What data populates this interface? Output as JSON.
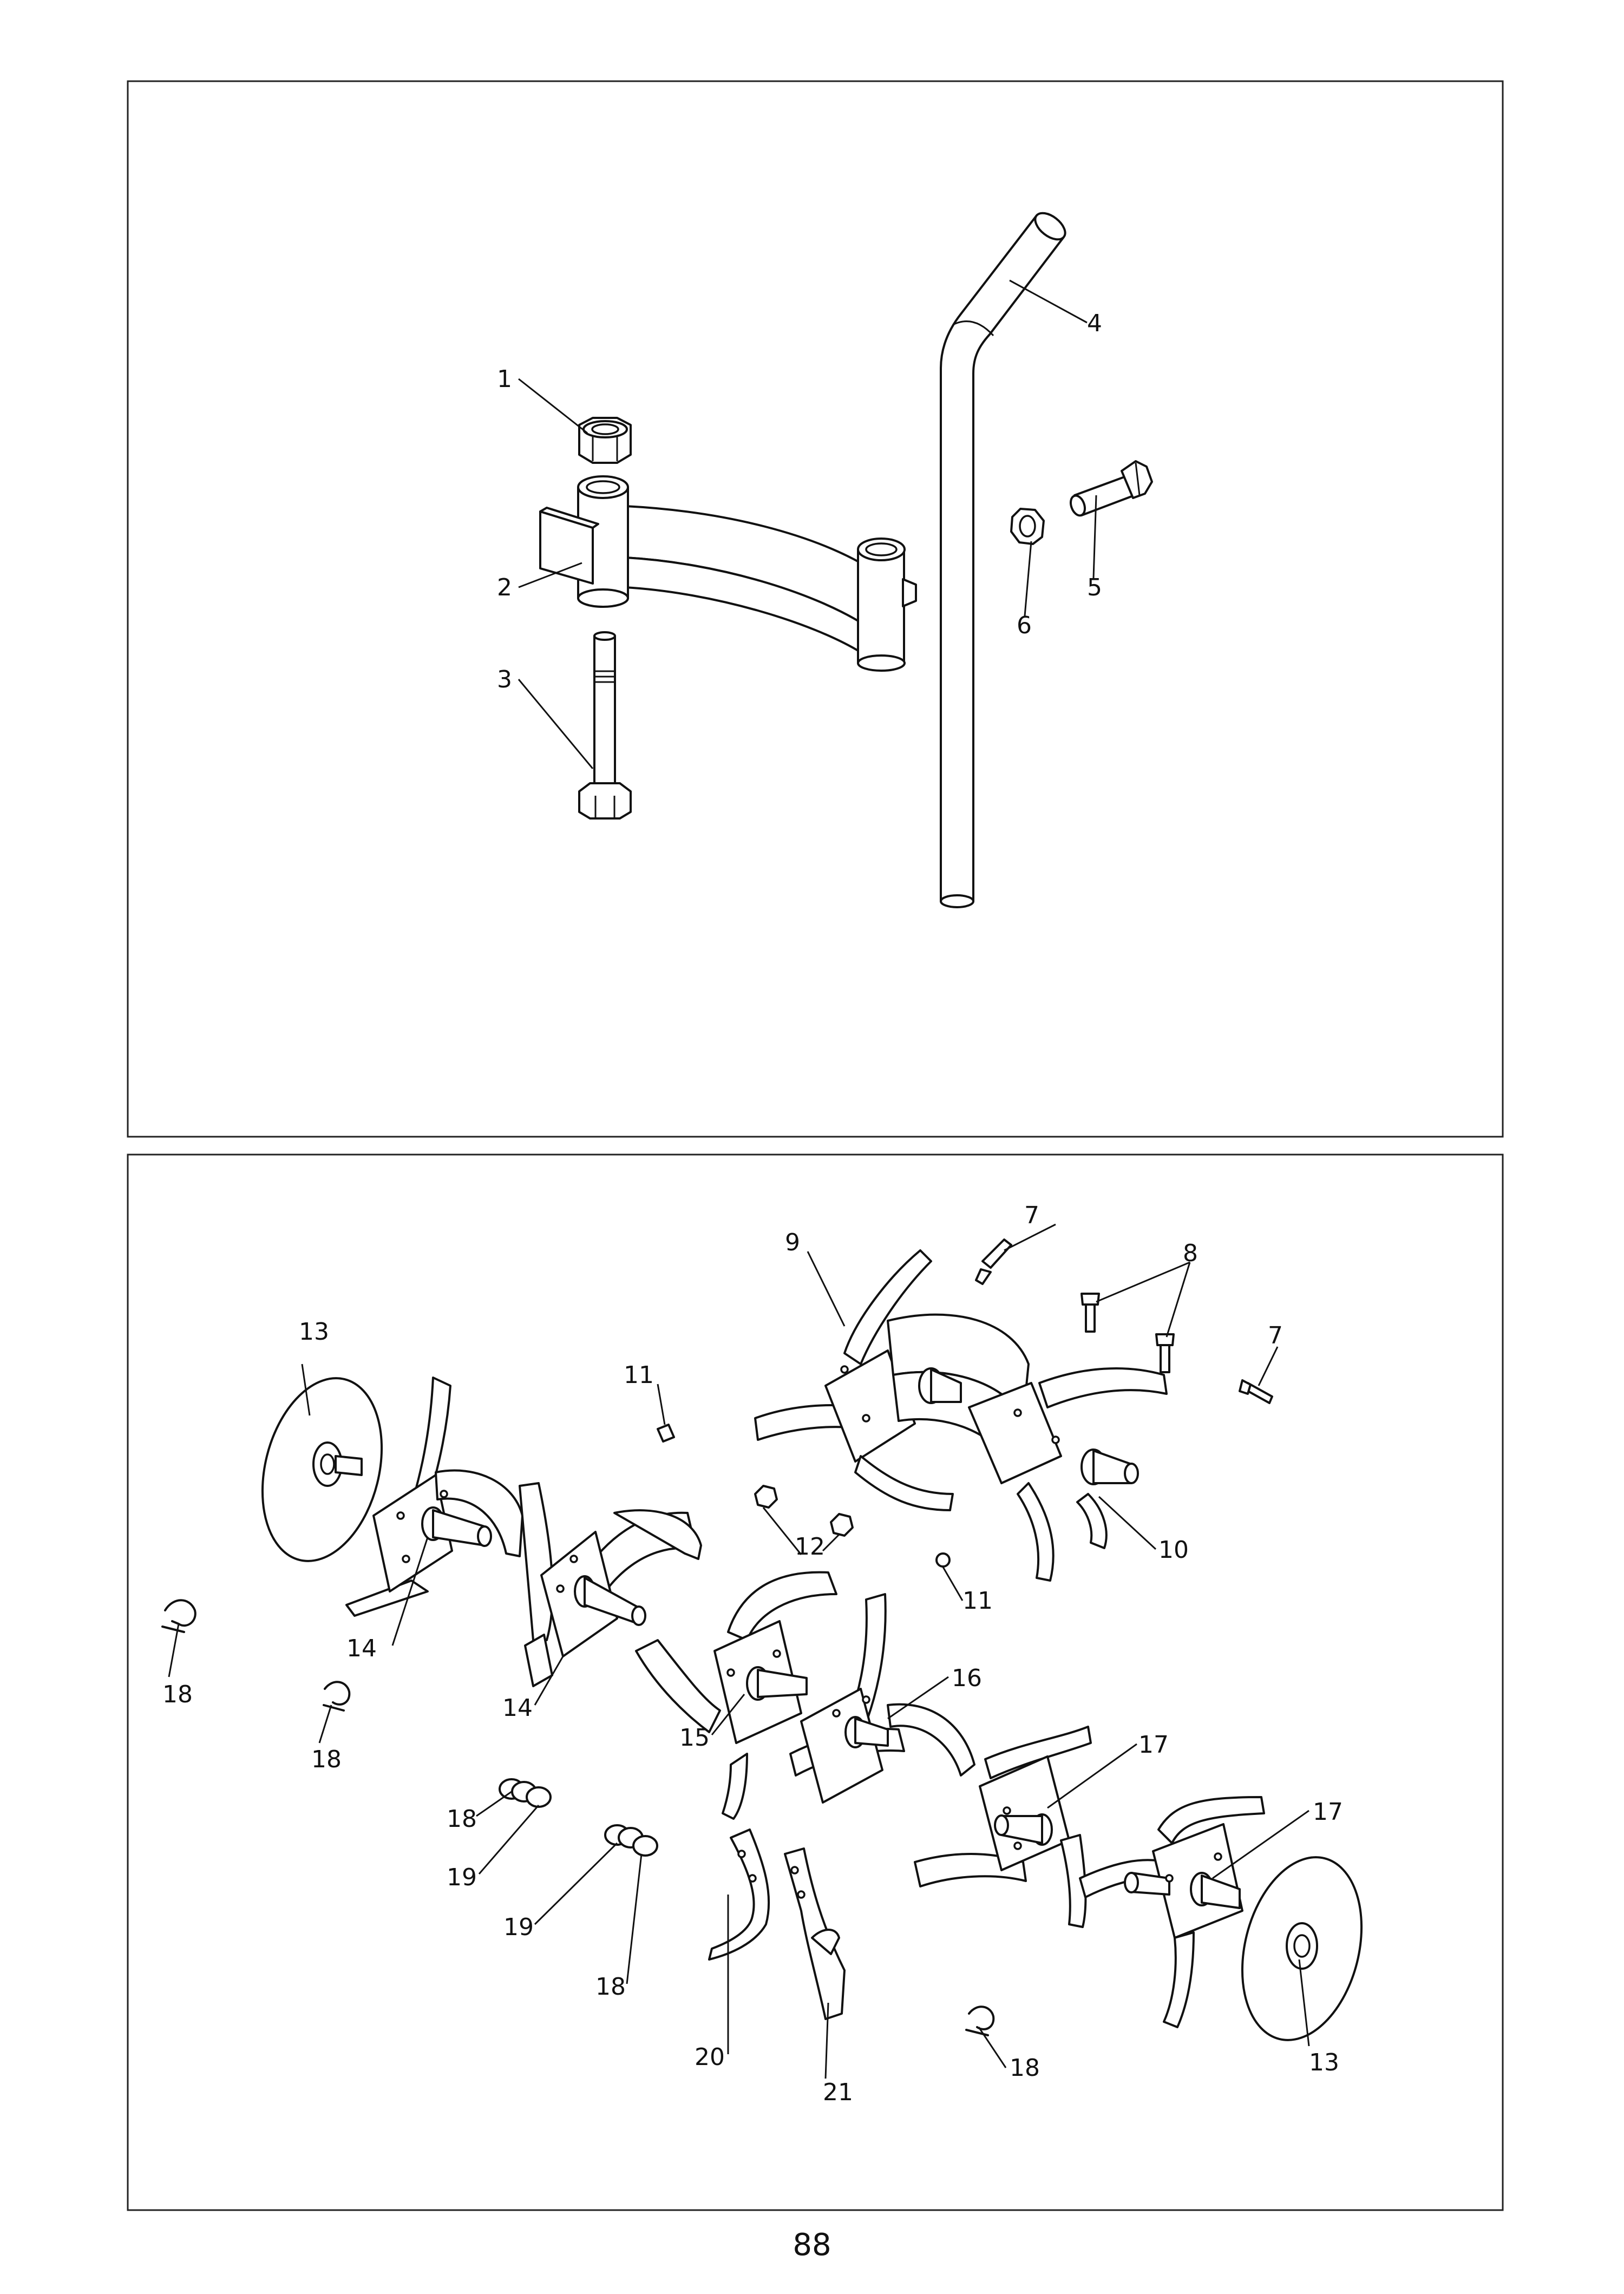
{
  "page_number": "88",
  "panels": [
    {
      "name": "handle-and-wheel-bracket-panel",
      "callouts": [
        {
          "id": "c1",
          "label": "1"
        },
        {
          "id": "c2",
          "label": "2"
        },
        {
          "id": "c3",
          "label": "3"
        },
        {
          "id": "c4",
          "label": "4"
        },
        {
          "id": "c5",
          "label": "5"
        },
        {
          "id": "c6",
          "label": "6"
        }
      ]
    },
    {
      "name": "tiller-tines-panel",
      "callouts": [
        {
          "id": "c7a",
          "label": "7"
        },
        {
          "id": "c7b",
          "label": "7"
        },
        {
          "id": "c8",
          "label": "8"
        },
        {
          "id": "c9",
          "label": "9"
        },
        {
          "id": "c10",
          "label": "10"
        },
        {
          "id": "c11a",
          "label": "11"
        },
        {
          "id": "c11b",
          "label": "11"
        },
        {
          "id": "c12",
          "label": "12"
        },
        {
          "id": "c13a",
          "label": "13"
        },
        {
          "id": "c13b",
          "label": "13"
        },
        {
          "id": "c14a",
          "label": "14"
        },
        {
          "id": "c14b",
          "label": "14"
        },
        {
          "id": "c15",
          "label": "15"
        },
        {
          "id": "c16",
          "label": "16"
        },
        {
          "id": "c17a",
          "label": "17"
        },
        {
          "id": "c17b",
          "label": "17"
        },
        {
          "id": "c18a",
          "label": "18"
        },
        {
          "id": "c18b",
          "label": "18"
        },
        {
          "id": "c18c",
          "label": "18"
        },
        {
          "id": "c18d",
          "label": "18"
        },
        {
          "id": "c18e",
          "label": "18"
        },
        {
          "id": "c19a",
          "label": "19"
        },
        {
          "id": "c19b",
          "label": "19"
        },
        {
          "id": "c20",
          "label": "20"
        },
        {
          "id": "c21",
          "label": "21"
        }
      ]
    }
  ]
}
